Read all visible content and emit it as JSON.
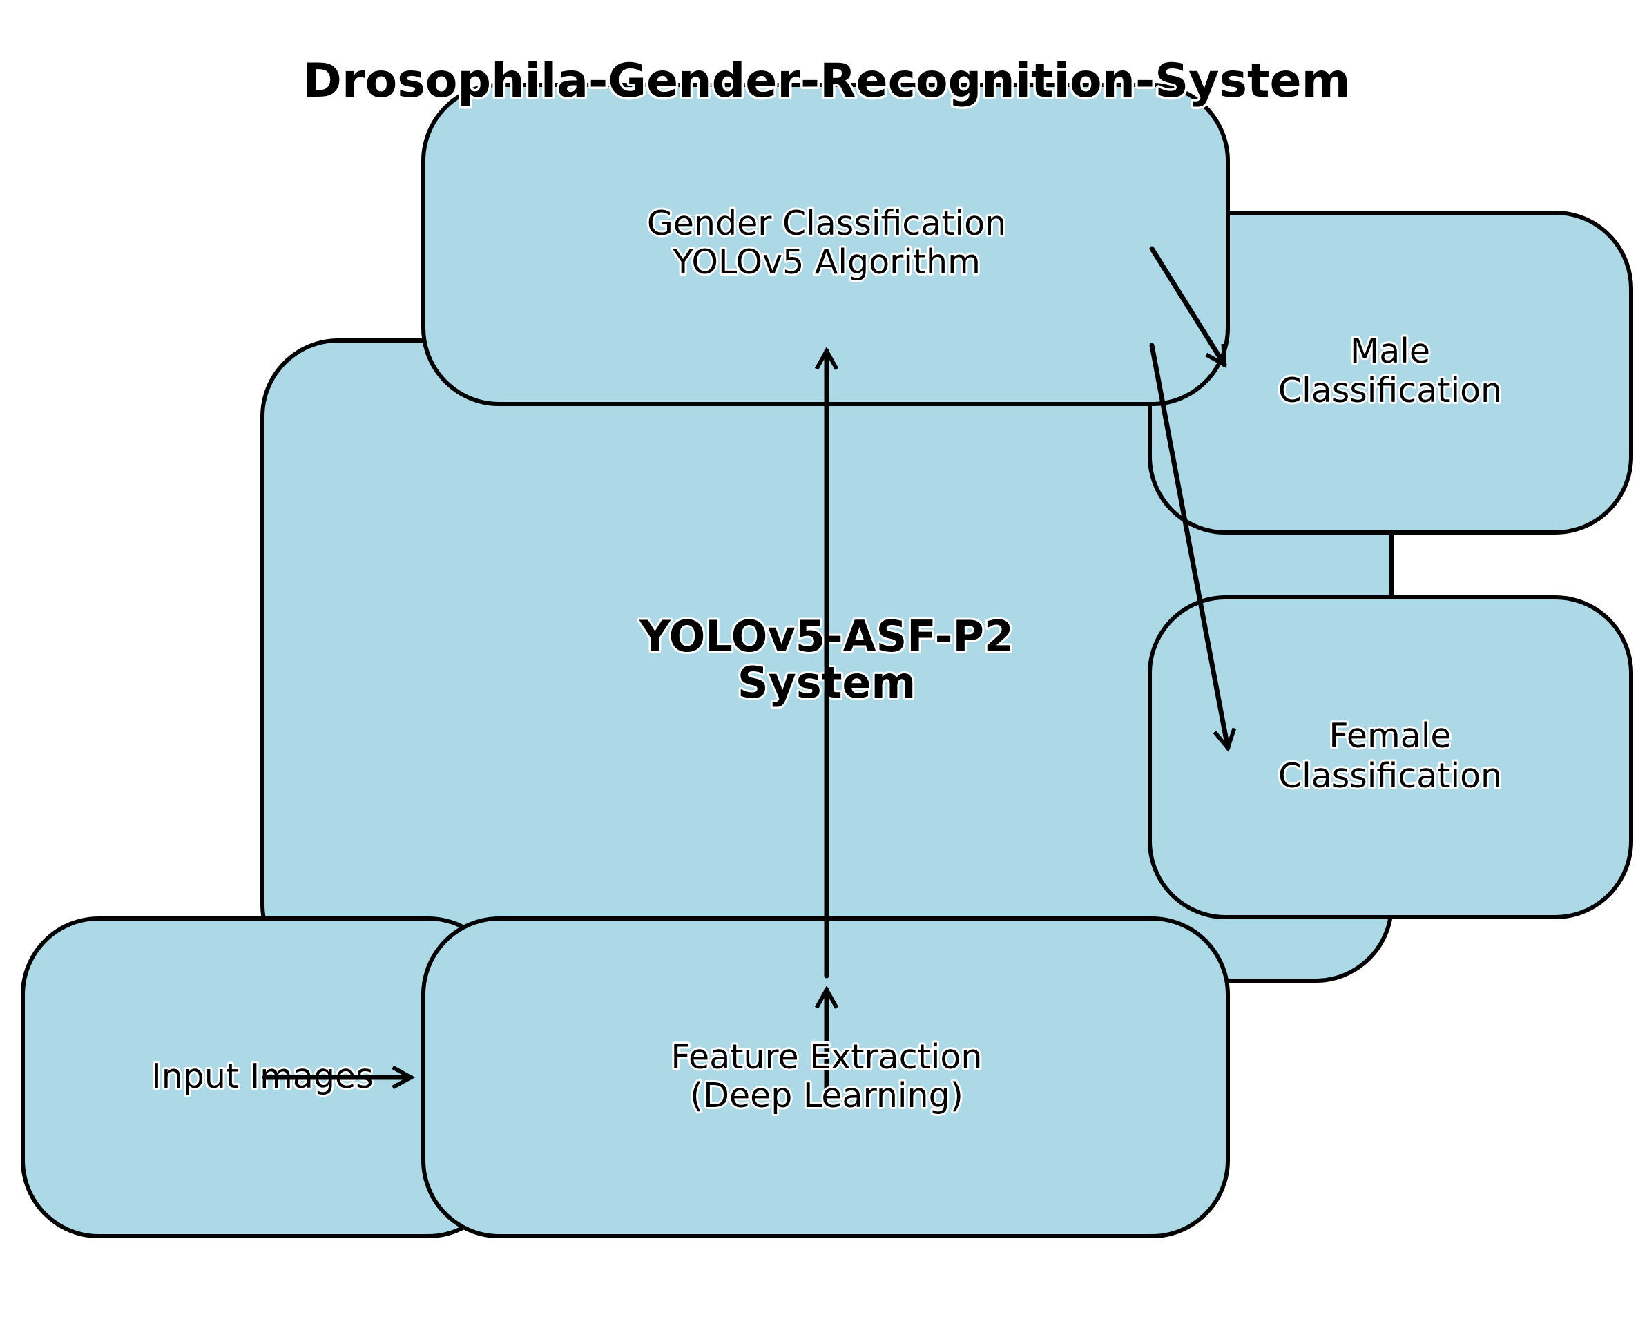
{
  "title": "Drosophila-Gender-Recognition-System",
  "nodes": {
    "system": {
      "line1": "YOLOv5-ASF-P2",
      "line2": "System"
    },
    "input": {
      "line1": "Input Images"
    },
    "feature": {
      "line1": "Feature Extraction",
      "line2": "(Deep Learning)"
    },
    "classification": {
      "line1": "Gender Classification",
      "line2": "YOLOv5 Algorithm"
    },
    "male": {
      "line1": "Male",
      "line2": "Classification"
    },
    "female": {
      "line1": "Female",
      "line2": "Classification"
    }
  },
  "edges": [
    {
      "from": "input",
      "to": "feature"
    },
    {
      "from": "feature",
      "to": "system"
    },
    {
      "from": "system",
      "to": "classification"
    },
    {
      "from": "classification",
      "to": "male"
    },
    {
      "from": "classification",
      "to": "female"
    }
  ],
  "colors": {
    "box_fill": "#add8e6",
    "stroke": "#000000",
    "background": "#ffffff"
  }
}
